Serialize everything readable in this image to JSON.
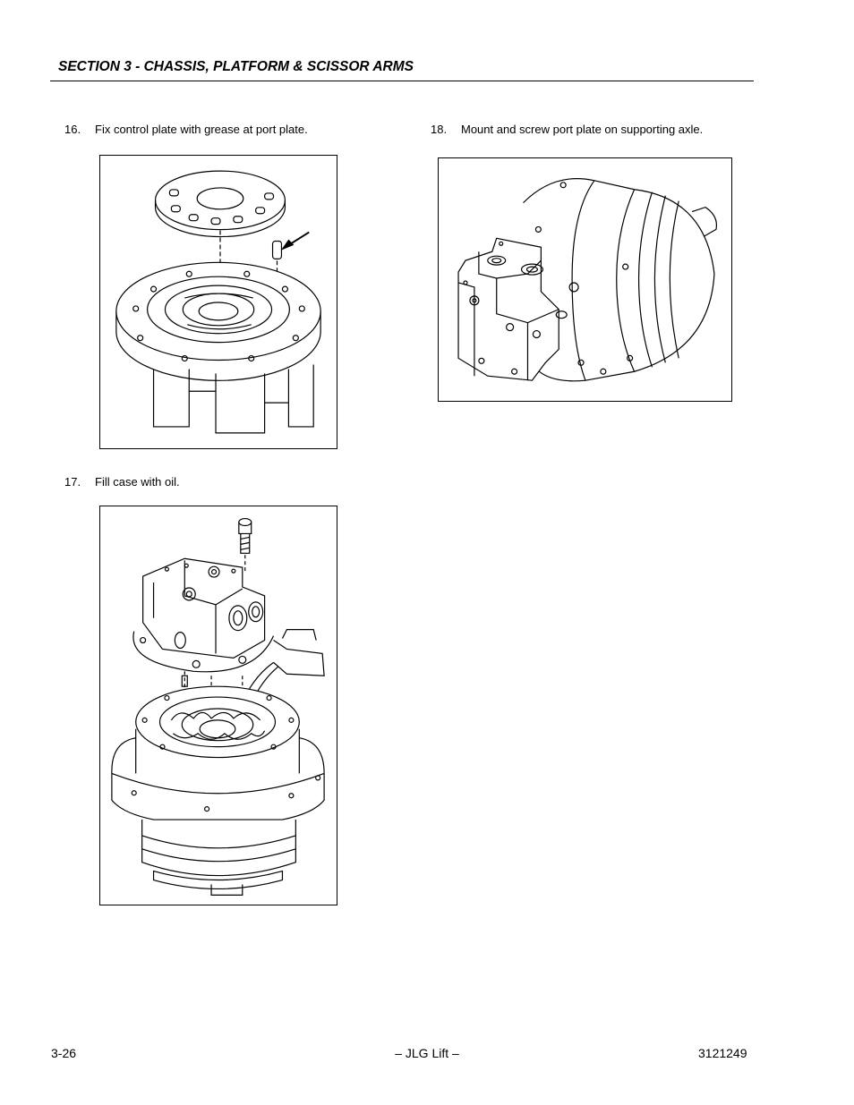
{
  "header": {
    "section_title": "SECTION 3 - CHASSIS, PLATFORM & SCISSOR ARMS"
  },
  "steps": [
    {
      "number": "16.",
      "text": "Fix control plate with grease at port plate."
    },
    {
      "number": "17.",
      "text": "Fill case with oil."
    },
    {
      "number": "18.",
      "text": "Mount and screw port plate on supporting axle."
    }
  ],
  "footer": {
    "page_number": "3-26",
    "center_text": "– JLG Lift –",
    "doc_number": "3121249"
  }
}
